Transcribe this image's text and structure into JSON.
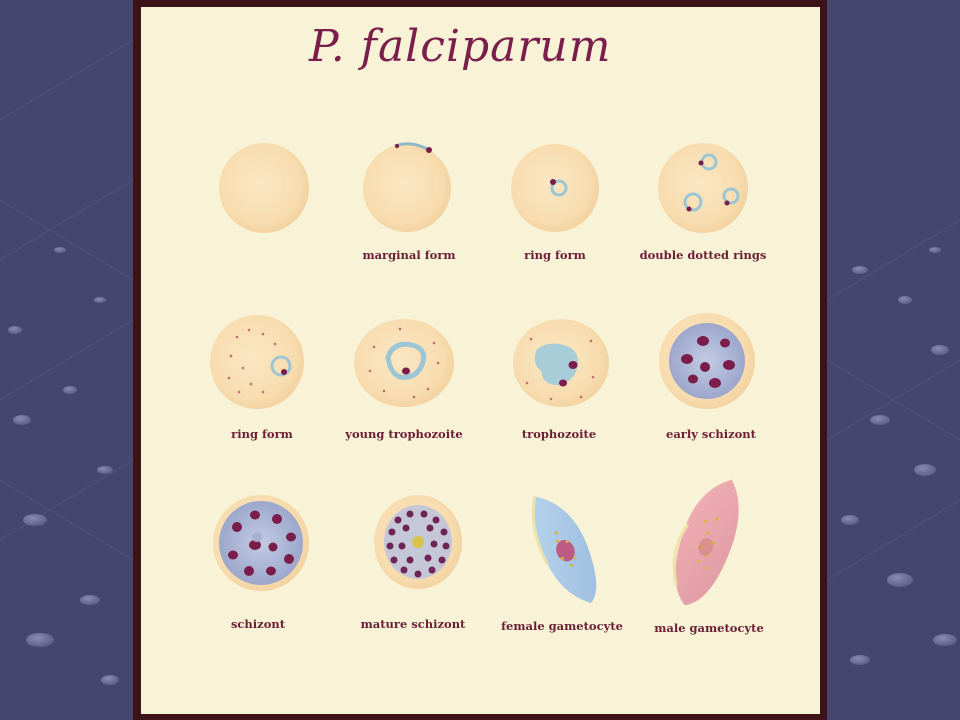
{
  "title": "P. falciparum",
  "colors": {
    "background": "#45456d",
    "plate_border": "#3c1418",
    "plate_fill": "#f8f2d6",
    "title": "#7a1e4c",
    "label": "#6b2038",
    "cell_fill": "#f7dcae",
    "parasite_ring": "#9cc6d4",
    "chromatin": "#7a1d4a",
    "schizont_cytoplasm": "#aab4d4"
  },
  "stages": [
    {
      "label": "",
      "icon": "normal-rbc-icon"
    },
    {
      "label": "marginal form",
      "icon": "marginal-form-icon"
    },
    {
      "label": "ring form",
      "icon": "ring-form-icon"
    },
    {
      "label": "double dotted rings",
      "icon": "double-dotted-rings-icon"
    },
    {
      "label": "ring form",
      "icon": "ring-form-stippled-icon"
    },
    {
      "label": "young trophozoite",
      "icon": "young-trophozoite-icon"
    },
    {
      "label": "trophozoite",
      "icon": "trophozoite-icon"
    },
    {
      "label": "early schizont",
      "icon": "early-schizont-icon"
    },
    {
      "label": "schizont",
      "icon": "schizont-icon"
    },
    {
      "label": "mature schizont",
      "icon": "mature-schizont-icon"
    },
    {
      "label": "female gametocyte",
      "icon": "female-gametocyte-icon"
    },
    {
      "label": "male gametocyte",
      "icon": "male-gametocyte-icon"
    }
  ]
}
